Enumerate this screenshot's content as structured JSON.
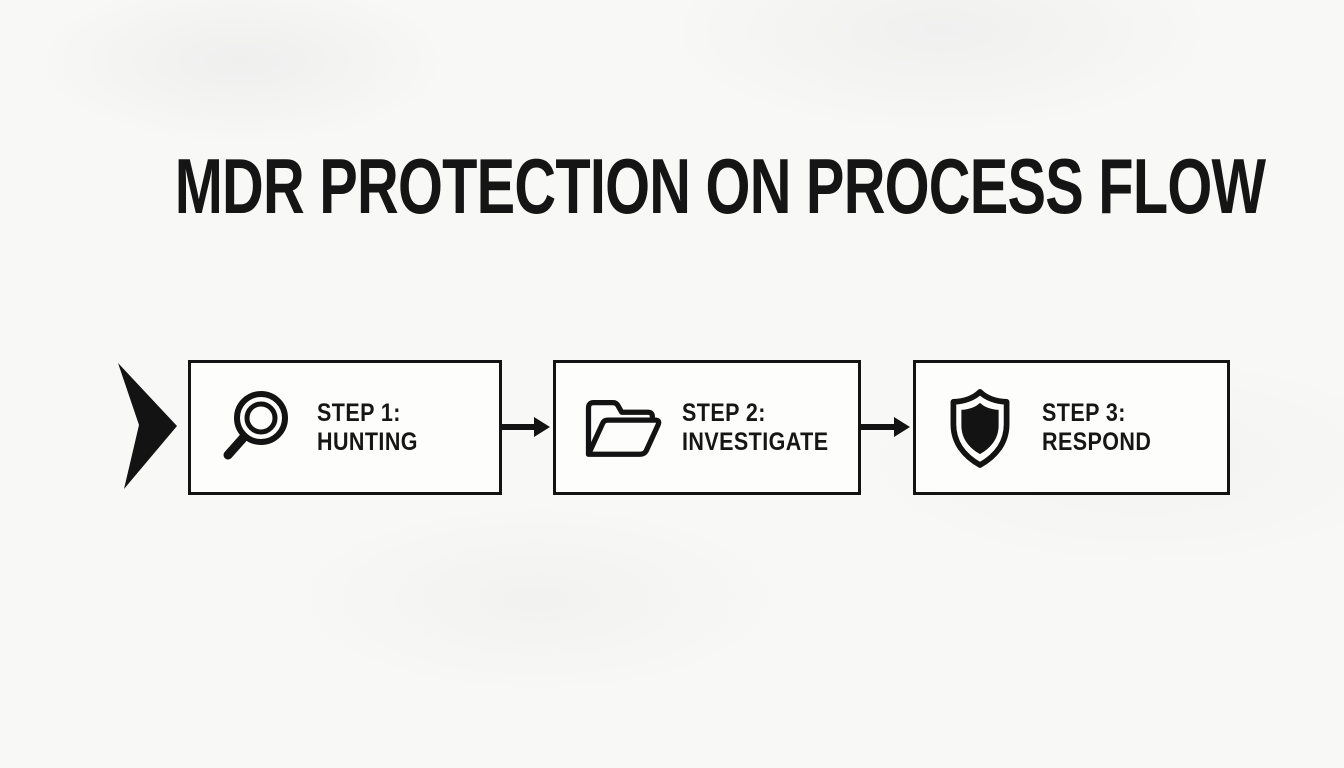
{
  "title": "MDR PROTECTION ON PROCESS FLOW",
  "steps": [
    {
      "label": "STEP 1:",
      "name": "HUNTING",
      "icon": "magnifier-icon"
    },
    {
      "label": "STEP 2:",
      "name": "INVESTIGATE",
      "icon": "folder-icon"
    },
    {
      "label": "STEP 3:",
      "name": "RESPOND",
      "icon": "shield-icon"
    }
  ],
  "colors": {
    "ink": "#141414",
    "background": "#f8f8f6",
    "box_fill": "#fdfdfc"
  }
}
